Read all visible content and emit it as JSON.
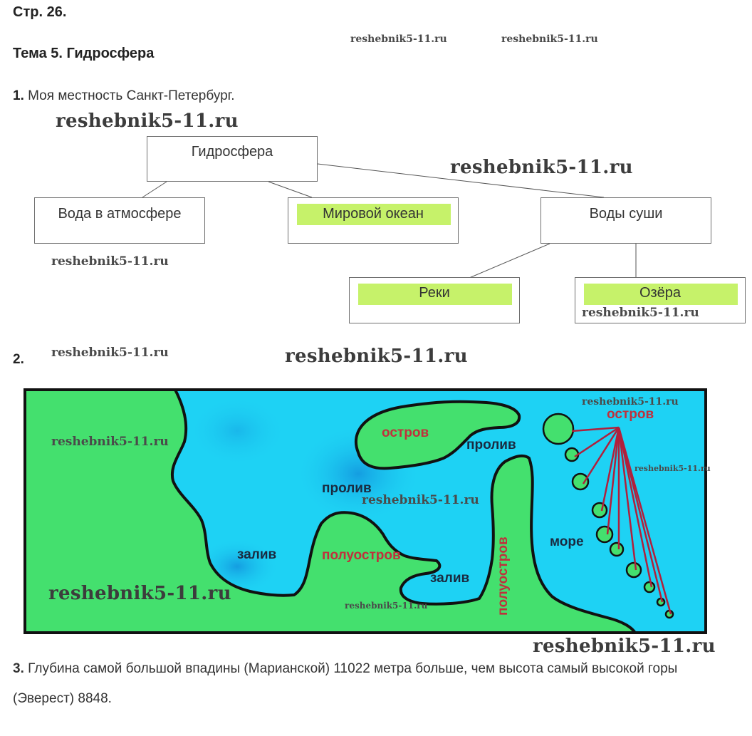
{
  "page": "Стр. 26.",
  "topic": "Тема 5. Гидросфера",
  "task1": {
    "num": "1.",
    "text": "Моя местность Санкт-Петербург."
  },
  "scheme": {
    "root": "Гидросфера",
    "atmosphere": "Вода в атмосфере",
    "ocean": "Мировой океан",
    "land_waters": "Воды суши",
    "rivers": "Реки",
    "lakes": "Озёра"
  },
  "task2": {
    "num": "2."
  },
  "map": {
    "island_1": "остров",
    "island_2": "остров",
    "strait_1": "пролив",
    "strait_2": "пролив",
    "bay_1": "залив",
    "bay_2": "залив",
    "peninsula_1": "полуостров",
    "peninsula_2": "полуостров",
    "sea": "море"
  },
  "task3": {
    "num": "3.",
    "text": "Глубина самой большой впадины (Марианской) 11022 метра больше, чем высота самый высокой горы (Эверест) 8848."
  },
  "watermark": "reshebnik5-11.ru",
  "colors": {
    "land": "#44e06e",
    "water": "#1ed2f4",
    "water_dark": "#129fe0",
    "highlight": "#c6f26a",
    "map_label_red": "#c0303c",
    "map_label_dark": "#1a2a40",
    "pointer_line": "#b0203c"
  }
}
